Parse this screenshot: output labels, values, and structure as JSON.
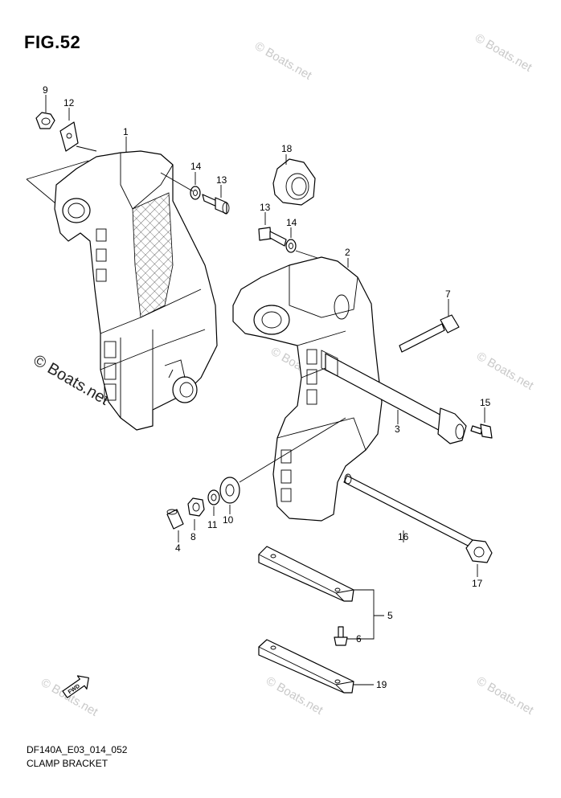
{
  "figure": {
    "title": "FIG.52"
  },
  "footer": {
    "code": "DF140A_E03_014_052",
    "name": "CLAMP BRACKET"
  },
  "watermark": {
    "text": "© Boats.net"
  },
  "fwd_label": "FWD",
  "callouts": [
    "9",
    "12",
    "1",
    "14",
    "13",
    "18",
    "13",
    "14",
    "2",
    "7",
    "15",
    "3",
    "10",
    "11",
    "8",
    "4",
    "16",
    "17",
    "5",
    "6",
    "19"
  ]
}
